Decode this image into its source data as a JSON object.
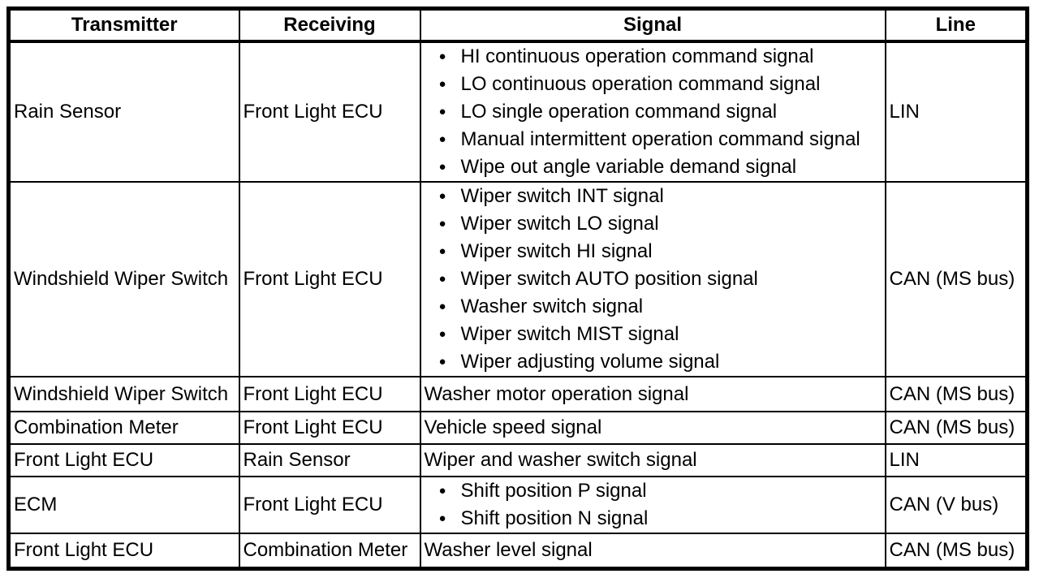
{
  "page": {
    "background_color": "#ffffff",
    "text_color": "#000000",
    "border_color": "#000000"
  },
  "table": {
    "bullet_icon": "●",
    "headers": [
      "Transmitter",
      "Receiving",
      "Signal",
      "Line"
    ],
    "rows": [
      {
        "transmitter": "Rain Sensor",
        "receiving": "Front Light ECU",
        "bulleted": true,
        "signals": [
          "HI continuous operation command signal",
          "LO continuous operation command signal",
          "LO single operation command signal",
          "Manual intermittent operation command signal",
          "Wipe out angle variable demand signal"
        ],
        "line": "LIN"
      },
      {
        "transmitter": "Windshield Wiper Switch",
        "receiving": "Front Light ECU",
        "bulleted": true,
        "signals": [
          "Wiper switch INT signal",
          "Wiper switch LO signal",
          "Wiper switch HI signal",
          "Wiper switch AUTO position signal",
          "Washer switch signal",
          "Wiper switch MIST signal",
          "Wiper adjusting volume signal"
        ],
        "line": "CAN (MS bus)"
      },
      {
        "transmitter": "Windshield Wiper Switch",
        "receiving": "Front Light ECU",
        "bulleted": false,
        "signals": [
          "Washer motor operation signal"
        ],
        "line": "CAN (MS bus)"
      },
      {
        "transmitter": "Combination Meter",
        "receiving": "Front Light ECU",
        "bulleted": false,
        "signals": [
          "Vehicle speed signal"
        ],
        "line": "CAN (MS bus)"
      },
      {
        "transmitter": "Front Light ECU",
        "receiving": "Rain Sensor",
        "bulleted": false,
        "signals": [
          "Wiper and washer switch signal"
        ],
        "line": "LIN"
      },
      {
        "transmitter": "ECM",
        "receiving": "Front Light ECU",
        "bulleted": true,
        "signals": [
          "Shift position P signal",
          "Shift position N signal"
        ],
        "line": "CAN (V bus)"
      },
      {
        "transmitter": "Front Light ECU",
        "receiving": "Combination Meter",
        "bulleted": false,
        "signals": [
          "Washer level signal"
        ],
        "line": "CAN (MS bus)"
      }
    ]
  }
}
